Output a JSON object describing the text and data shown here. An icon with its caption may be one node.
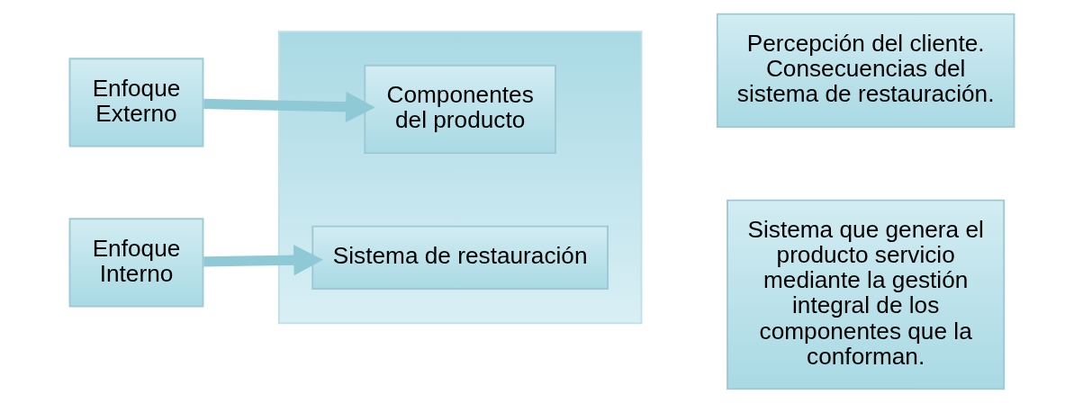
{
  "diagram": {
    "nodes": [
      {
        "text": [],
        "shape": "triangle"
      },
      {
        "text": [
          "Enfoque Externo"
        ]
      },
      {
        "text": [
          "Percepción del cliente. Consecuencias del sistema de restauración."
        ]
      },
      {
        "text": [
          "Componentes del producto"
        ],
        "in": 0
      },
      {
        "text": [
          "Enfoque Interno"
        ]
      },
      {
        "text": [
          "Sistema de restauración"
        ],
        "in": 0
      },
      {
        "text": [
          "Sistema que genera el producto servicio mediante la gestión integral de los componentes que la conforman."
        ]
      }
    ],
    "edges": [
      {
        "from": 1,
        "to": 3,
        "arrow": "to"
      },
      {
        "from": 4,
        "to": 5,
        "arrow": "to"
      }
    ]
  }
}
